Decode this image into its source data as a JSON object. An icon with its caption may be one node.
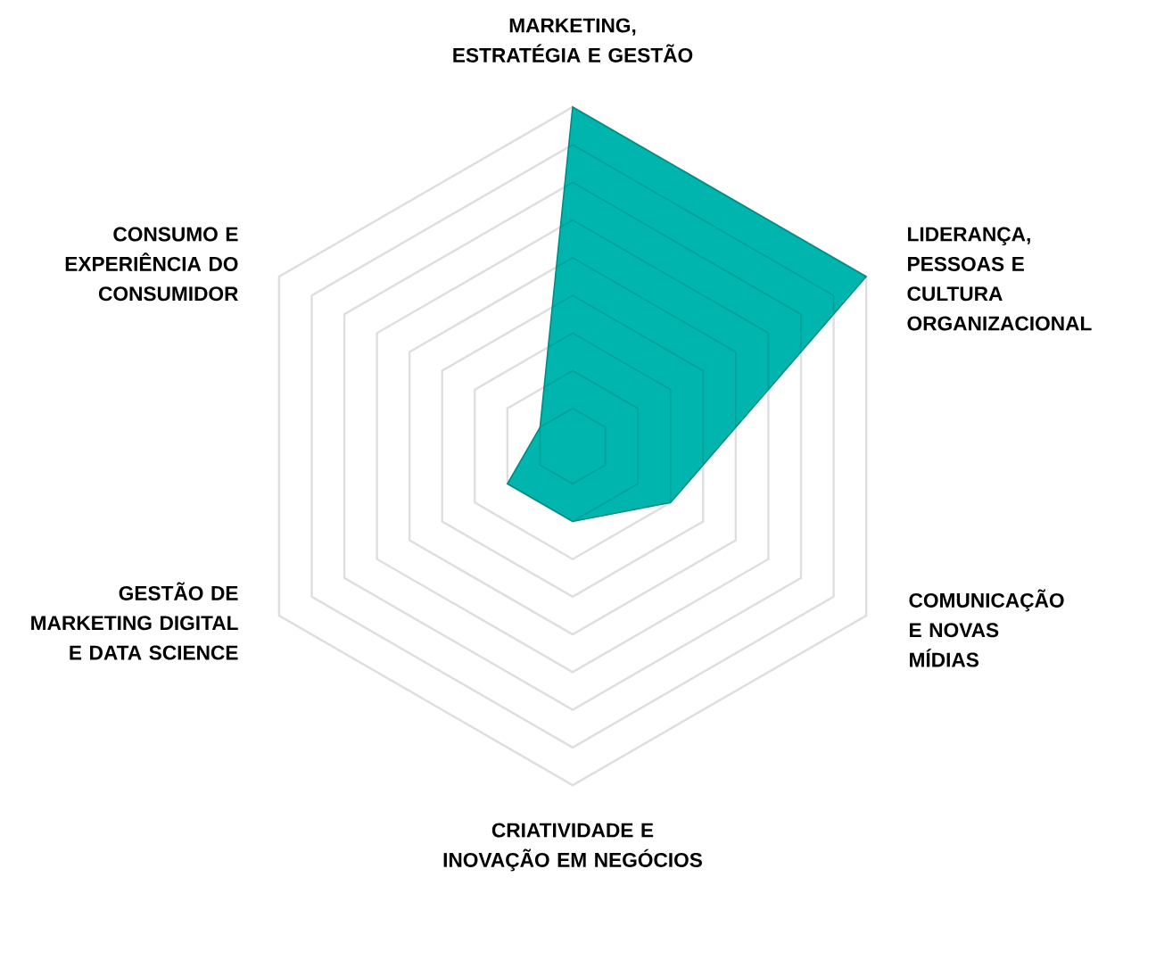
{
  "diagram": {
    "labels": [
      "MARKETING, ESTRATÉGIA E GESTÃO",
      "LIDERANÇA, PESSOAS E CULTURA ORGANIZACIONAL",
      "COMUNICAÇÃO E NOVAS MÍDIAS",
      "CRIATIVIDADE E INOVAÇÃO EM NEGÓCIOS",
      "GESTÃO DE MARKETING DIGITAL E DATA SCIENCE",
      "CONSUMO E EXPERIÊNCIA DO CONSUMIDOR"
    ]
  }
}
